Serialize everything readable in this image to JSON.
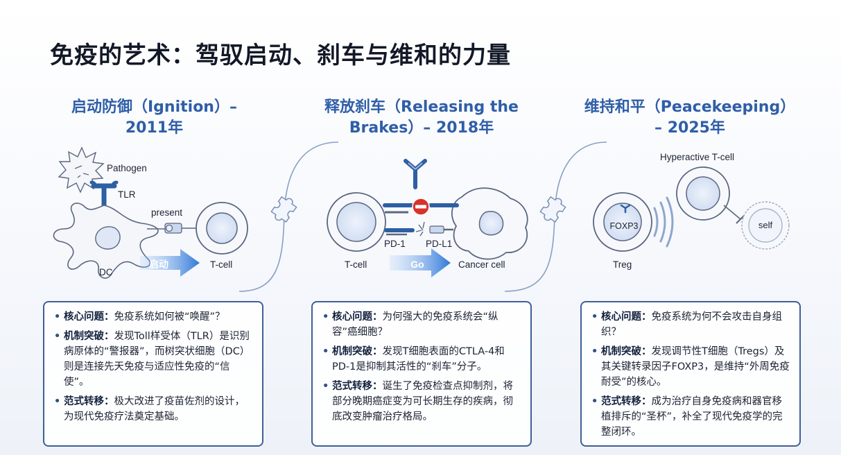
{
  "title": "免疫的艺术：驾驭启动、刹车与维和的力量",
  "columns": [
    {
      "title_line1": "启动防御（Ignition）–",
      "title_line2": "2011年",
      "labels": {
        "pathogen": "Pathogen",
        "tlr": "TLR",
        "present": "present",
        "dc": "DC",
        "arrow": "启动",
        "tcell": "T-cell"
      },
      "card": [
        {
          "key": "核心问题：",
          "text": "免疫系统如何被“唤醒”？"
        },
        {
          "key": "机制突破：",
          "text": "发现Toll样受体（TLR）是识别病原体的“警报器”，而树突状细胞（DC）则是连接先天免疫与适应性免疫的“信使”。"
        },
        {
          "key": "范式转移：",
          "text": "极大改进了疫苗佐剂的设计，为现代免疫疗法奠定基础。"
        }
      ]
    },
    {
      "title_line1": "释放刹车（Releasing the",
      "title_line2": "Brakes）– 2018年",
      "labels": {
        "pd1": "PD-1",
        "pdl1": "PD-L1",
        "tcell": "T-cell",
        "arrow": "Go",
        "cancer": "Cancer cell"
      },
      "card": [
        {
          "key": "核心问题：",
          "text": "为何强大的免疫系统会“纵容”癌细胞？"
        },
        {
          "key": "机制突破：",
          "text": "发现T细胞表面的CTLA-4和PD-1是抑制其活性的“刹车”分子。"
        },
        {
          "key": "范式转移：",
          "text": "诞生了免疫检查点抑制剂，将部分晚期癌症变为可长期生存的疾病，彻底改变肿瘤治疗格局。"
        }
      ]
    },
    {
      "title_line1": "维持和平（Peacekeeping）",
      "title_line2": "– 2025年",
      "labels": {
        "hyper": "Hyperactive T-cell",
        "foxp3": "FOXP3",
        "treg": "Treg",
        "self": "self"
      },
      "card": [
        {
          "key": "核心问题：",
          "text": "免疫系统为何不会攻击自身组织？"
        },
        {
          "key": "机制突破：",
          "text": "发现调节性T细胞（Tregs）及其关键转录因子FOXP3，是维持“外周免疫耐受”的核心。"
        },
        {
          "key": "范式转移：",
          "text": "成为治疗自身免疫病和器官移植排斥的“圣杯”，补全了现代免疫学的完整闭环。"
        }
      ]
    }
  ],
  "colors": {
    "accent": "#2f5ea8",
    "arrow": "#2f78d8",
    "cell_stroke": "#5a6680",
    "cell_fill": "#dfe7f6",
    "stop": "#d8322b"
  }
}
